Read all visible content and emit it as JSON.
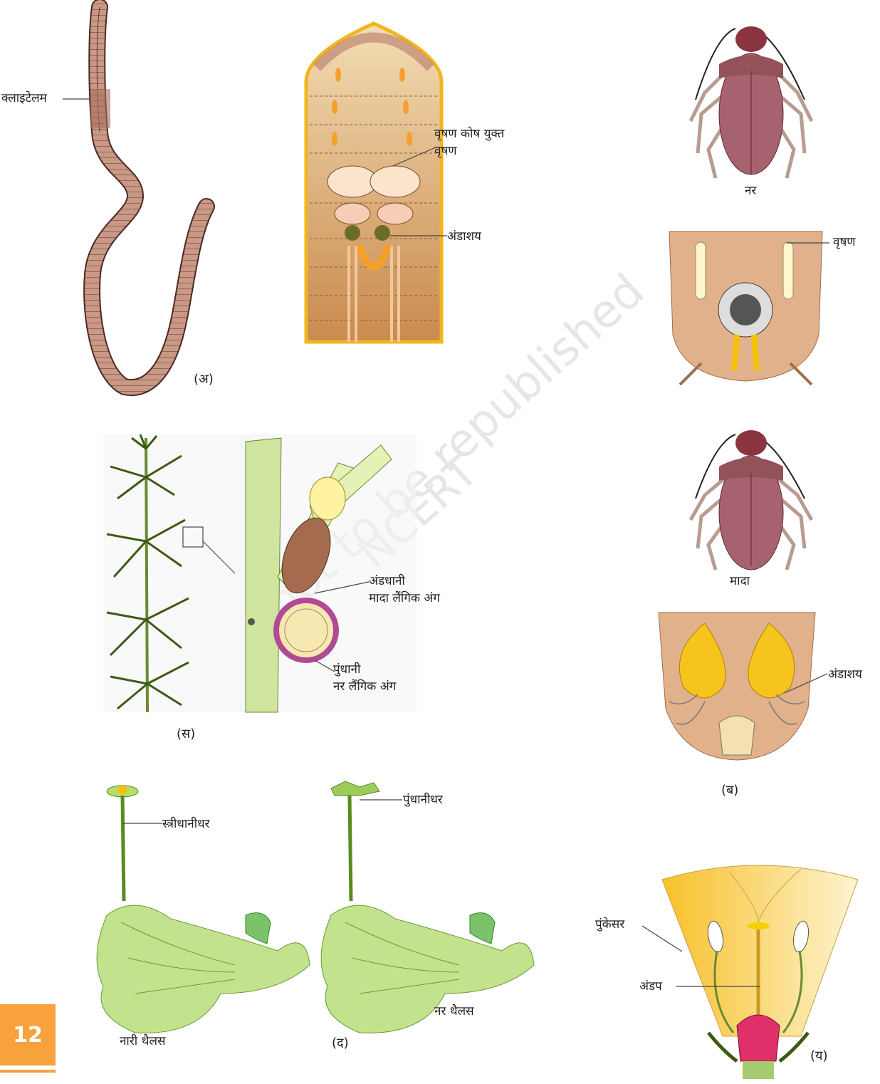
{
  "watermark": {
    "line1": "NCERT",
    "line2": "not to be republished"
  },
  "earthworm": {
    "caption": "(अ)",
    "clitellum_label": "क्लाइटेलम",
    "testis_label_1": "वृषण कोष युक्त",
    "testis_label_2": "वृषण",
    "ovary_label": "अंडाशय"
  },
  "cockroach": {
    "caption": "(ब)",
    "male_label": "नर",
    "testis_label": "वृषण",
    "female_label": "मादा",
    "ovary_label": "अंडाशय"
  },
  "chara": {
    "caption": "(स)",
    "oogonium_label_1": "अंडधानी",
    "oogonium_label_2": "मादा लैंगिक अंग",
    "antheridium_label_1": "पुंधानी",
    "antheridium_label_2": "नर लैंगिक अंग"
  },
  "marchantia": {
    "caption": "(द)",
    "archegoniophore_label": "स्त्रीधानीधर",
    "antheridiophore_label": "पुंधानीधर",
    "female_thallus_label": "नारी थैलस",
    "male_thallus_label": "नर थैलस"
  },
  "flower": {
    "caption": "(य)",
    "stamen_label": "पुंकेसर",
    "pistil_label": "अंडप"
  },
  "page_number": "12",
  "colors": {
    "accent": "#f7a23b",
    "worm": "#b07b68",
    "plant": "#9ccc5a"
  }
}
